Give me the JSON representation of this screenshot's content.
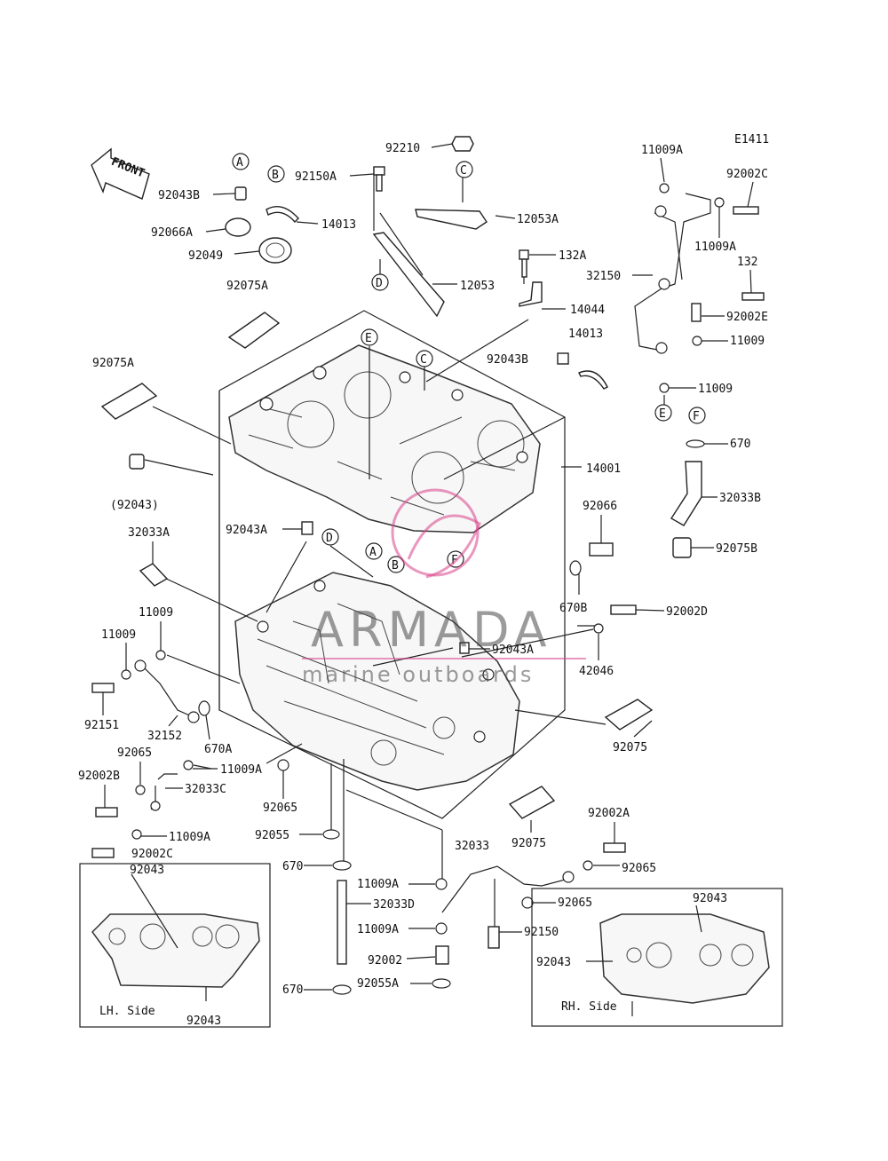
{
  "diagram_code": "E1411",
  "front_label": "FRONT",
  "watermark": {
    "brand": "ARMADA",
    "tagline": "marine outboards",
    "accent_color": "#d9418a"
  },
  "callouts": {
    "A": "A",
    "B": "B",
    "C": "C",
    "D": "D",
    "E": "E",
    "F": "F"
  },
  "parts": {
    "p92210": "92210",
    "p92150A_top": "92150A",
    "p12053A": "12053A",
    "p92043B_top": "92043B",
    "p14013_top": "14013",
    "p92066A": "92066A",
    "p92049": "92049",
    "p12053": "12053",
    "p132A": "132A",
    "p14044": "14044",
    "p92075A_1": "92075A",
    "p92075A_2": "92075A",
    "p11009A_top": "11009A",
    "p92002C_top": "92002C",
    "p11009A_mid": "11009A",
    "p32150": "32150",
    "p132": "132",
    "p92002E": "92002E",
    "p11009_r1": "11009",
    "p11009_r2": "11009",
    "p14013_mid": "14013",
    "p92043B_mid": "92043B",
    "p14001": "14001",
    "p92043_paren": "(92043)",
    "p670_right": "670",
    "p32033B": "32033B",
    "p92066": "92066",
    "p92075B": "92075B",
    "p32033A": "32033A",
    "p92043A_1": "92043A",
    "p670B": "670B",
    "p92002D": "92002D",
    "p92043A_2": "92043A",
    "p42046": "42046",
    "p11009_l1": "11009",
    "p11009_l2": "11009",
    "p92151": "92151",
    "p32152": "32152",
    "p670A": "670A",
    "p92075": "92075",
    "p92065_1": "92065",
    "p11009A_l1": "11009A",
    "p92002B": "92002B",
    "p32033C": "32033C",
    "p92065_2": "92065",
    "p92075_2": "92075",
    "p92002A": "92002A",
    "p92055": "92055",
    "p11009A_l2": "11009A",
    "p92002C_bot": "92002C",
    "p32033": "32033",
    "p92065_3": "92065",
    "p670_mid": "670",
    "p11009A_b1": "11009A",
    "p32033D": "32033D",
    "p92065_4": "92065",
    "p11009A_b2": "11009A",
    "p92150": "92150",
    "p92002": "92002",
    "p670_bot": "670",
    "p92055A": "92055A"
  },
  "lh_inset": {
    "title": "LH. Side",
    "part_top": "92043",
    "part_bottom": "92043"
  },
  "rh_inset": {
    "title": "RH. Side",
    "part_top": "92043",
    "part_left": "92043"
  }
}
